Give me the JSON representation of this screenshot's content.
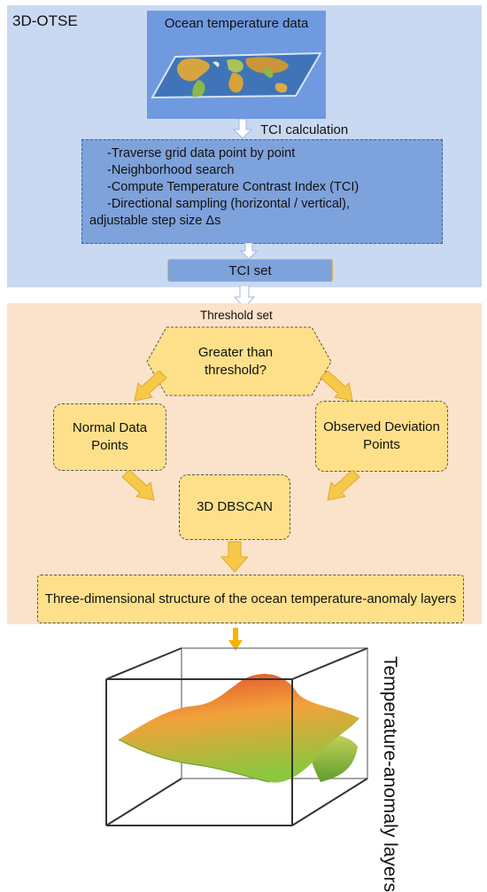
{
  "system_name": "3D-OTSE",
  "input": {
    "label": "Ocean temperature data"
  },
  "step_labels": {
    "tci_calculation": "TCI calculation",
    "threshold_set": "Threshold set"
  },
  "process": {
    "steps": [
      "-Traverse grid data point by point",
      "-Neighborhood search",
      "-Compute Temperature Contrast Index (TCI)",
      "-Directional sampling (horizontal / vertical),",
      "adjustable step size Δs"
    ]
  },
  "tci_set": "TCI set",
  "decision": "Greater than threshold?",
  "normal_points": "Normal Data Points",
  "observed_points": "Observed Deviation Points",
  "dbscan": "3D DBSCAN",
  "result": "Three-dimensional structure of the ocean temperature-anomaly layers",
  "output_label": "Temperature-anomaly layers",
  "colors": {
    "top_panel": "#c9d9f2",
    "process_box": "#7ea2db",
    "bottom_panel": "#fbe3cb",
    "decision_box": "#ffe08a",
    "arrow_fill": "#f7c948",
    "surface_high": "#e0462a",
    "surface_low": "#8dc63f"
  }
}
